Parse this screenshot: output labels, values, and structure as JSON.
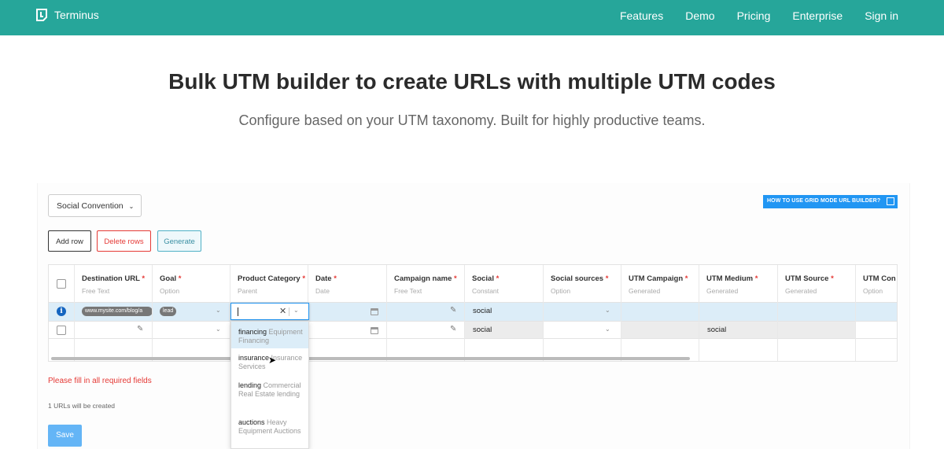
{
  "nav": {
    "brand": "Terminus",
    "links": [
      "Features",
      "Demo",
      "Pricing",
      "Enterprise",
      "Sign in"
    ]
  },
  "hero": {
    "title": "Bulk UTM builder to create URLs with multiple UTM codes",
    "subtitle": "Configure based on your UTM taxonomy. Built for highly productive teams."
  },
  "toolbar": {
    "convention": "Social Convention",
    "help_label": "HOW TO USE GRID MODE URL BUILDER?",
    "add_row": "Add row",
    "delete_rows": "Delete rows",
    "generate": "Generate"
  },
  "columns": [
    {
      "title": "Destination URL",
      "required": "*",
      "sub": "Free Text"
    },
    {
      "title": "Goal",
      "required": "*",
      "sub": "Option"
    },
    {
      "title": "Product Category",
      "required": "*",
      "sub": "Parent"
    },
    {
      "title": "Date",
      "required": "*",
      "sub": "Date"
    },
    {
      "title": "Campaign name",
      "required": "*",
      "sub": "Free Text"
    },
    {
      "title": "Social",
      "required": "*",
      "sub": "Constant"
    },
    {
      "title": "Social sources",
      "required": "*",
      "sub": "Option"
    },
    {
      "title": "UTM Campaign",
      "required": "*",
      "sub": "Generated"
    },
    {
      "title": "UTM Medium",
      "required": "*",
      "sub": "Generated"
    },
    {
      "title": "UTM Source",
      "required": "*",
      "sub": "Generated"
    },
    {
      "title": "UTM Con",
      "required": "",
      "sub": "Option"
    }
  ],
  "rows": [
    {
      "destination": "www.mysite.com/blog/a",
      "goal": "lead",
      "social": "social"
    },
    {
      "social": "social",
      "utm_medium": "social"
    }
  ],
  "dropdown": [
    {
      "key": "financing",
      "desc": "Equipment Financing"
    },
    {
      "key": "insurance",
      "desc": "Insurance Services"
    },
    {
      "key": "lending",
      "desc": "Commercial Real Estate lending"
    },
    {
      "key": "auctions",
      "desc": "Heavy Equipment Auctions"
    }
  ],
  "status": {
    "error": "Please fill in all required fields",
    "count": "1 URLs will be created",
    "save": "Save"
  },
  "colors": {
    "nav": "#26a69a",
    "accent": "#2196f3",
    "error": "#e53935"
  }
}
